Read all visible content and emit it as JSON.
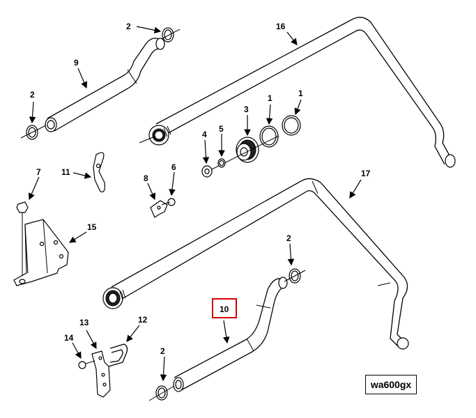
{
  "callouts": {
    "c2_top": "2",
    "c16": "16",
    "c9": "9",
    "c2_left": "2",
    "c1_a": "1",
    "c1_b": "1",
    "c3": "3",
    "c4": "4",
    "c5": "5",
    "c11": "11",
    "c7": "7",
    "c6": "6",
    "c8": "8",
    "c17": "17",
    "c15": "15",
    "c2_right": "2",
    "c10": "10",
    "c13": "13",
    "c12": "12",
    "c14": "14",
    "c2_bottom": "2"
  },
  "highlight_color": "#d40000",
  "figure_id": "wa600gx"
}
